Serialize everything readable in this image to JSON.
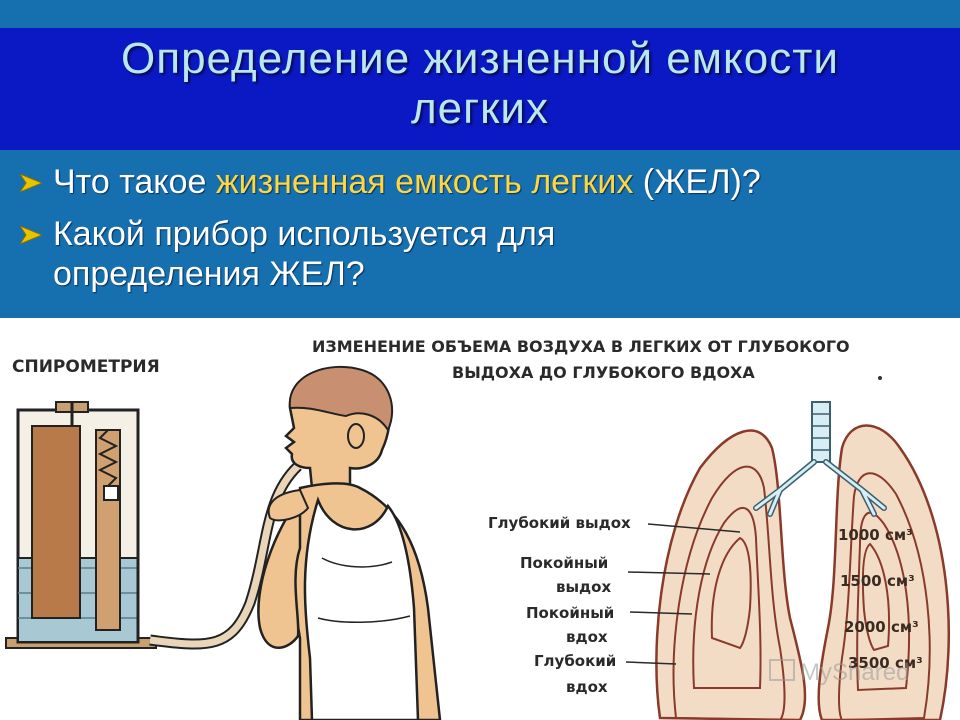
{
  "slide": {
    "title_line1": "Определение жизненной  емкости",
    "title_line2": "легких",
    "colors": {
      "title_band": "#0b19c4",
      "background": "#1670b0",
      "accent": "#ffd640",
      "arrow": "#e8c400"
    }
  },
  "bullets": {
    "q1_before": "Что такое  ",
    "q1_accent": "жизненная емкость легких",
    "q1_after": " (ЖЕЛ)?",
    "q2_line1": "Какой прибор используется для",
    "q2_line2": "определения ЖЕЛ?",
    "icon": "arrow-bullet-icon"
  },
  "diagram": {
    "spirometry_label": "СПИРОМЕТРИЯ",
    "caption_line1": "ИЗМЕНЕНИЕ ОБЪЕМА ВОЗДУХА В ЛЕГКИХ ОТ ГЛУБОКОГО",
    "caption_line2": "ВЫДОХА ДО ГЛУБОКОГО ВДОХА",
    "labels": {
      "deep_exhale": "Глубокий выдох",
      "calm_exhale_1": "Покойный",
      "calm_exhale_2": "выдох",
      "calm_inhale_1": "Покойный",
      "calm_inhale_2": "вдох",
      "deep_inhale_1": "Глубокий",
      "deep_inhale_2": "вдох"
    },
    "volumes": [
      "1000 см³",
      "1500 см³",
      "2000 см³",
      "3500 см³"
    ],
    "watermark": "MyShared"
  }
}
